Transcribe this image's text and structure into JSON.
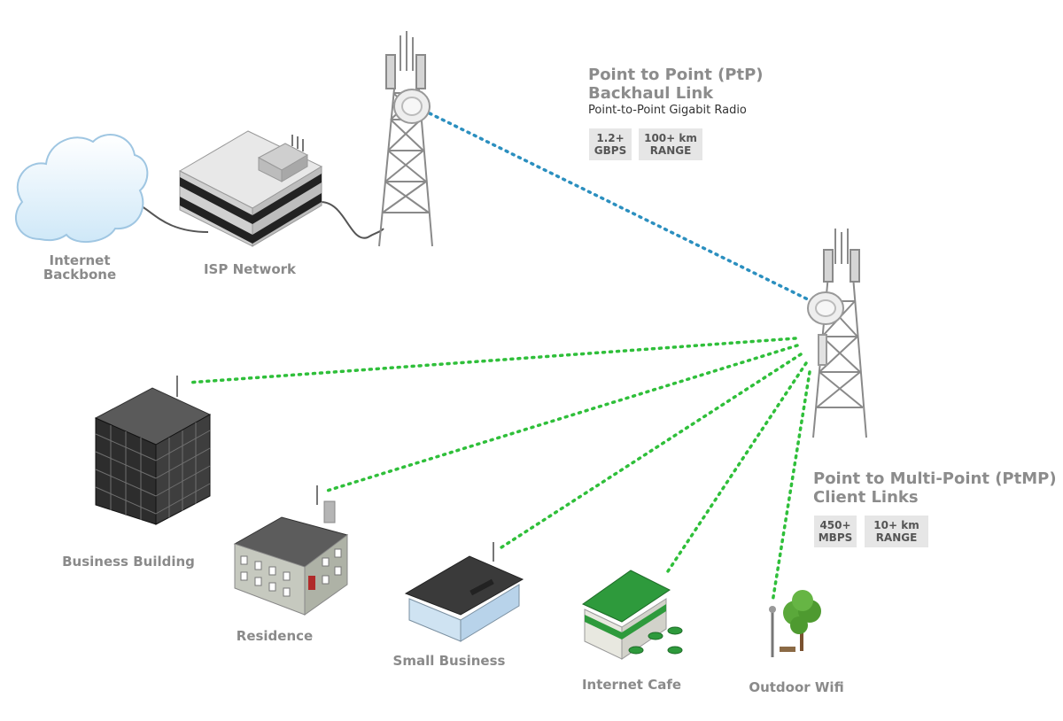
{
  "labels": {
    "internet_backbone": [
      "Internet",
      "Backbone"
    ],
    "isp_network": "ISP Network",
    "business_building": "Business Building",
    "residence": "Residence",
    "small_business": "Small Business",
    "internet_cafe": "Internet Cafe",
    "outdoor_wifi": "Outdoor Wifi"
  },
  "ptp": {
    "title": [
      "Point to Point (PtP)",
      "Backhaul Link"
    ],
    "subtitle": "Point-to-Point Gigabit Radio",
    "badges": [
      {
        "lines": [
          "1.2+",
          "GBPS"
        ]
      },
      {
        "lines": [
          "100+ km",
          "RANGE"
        ]
      }
    ]
  },
  "ptmp": {
    "title": [
      "Point to Multi-Point (PtMP)",
      "Client Links"
    ],
    "badges": [
      {
        "lines": [
          "450+",
          "MBPS"
        ]
      },
      {
        "lines": [
          "10+ km",
          "RANGE"
        ]
      }
    ]
  },
  "colors": {
    "backhaul_link": "#2b8fbf",
    "client_link": "#2fbf3a",
    "label_gray": "#8a8a8a",
    "cafe_roof": "#2e9a3c",
    "tree_green": "#5aa83a"
  }
}
